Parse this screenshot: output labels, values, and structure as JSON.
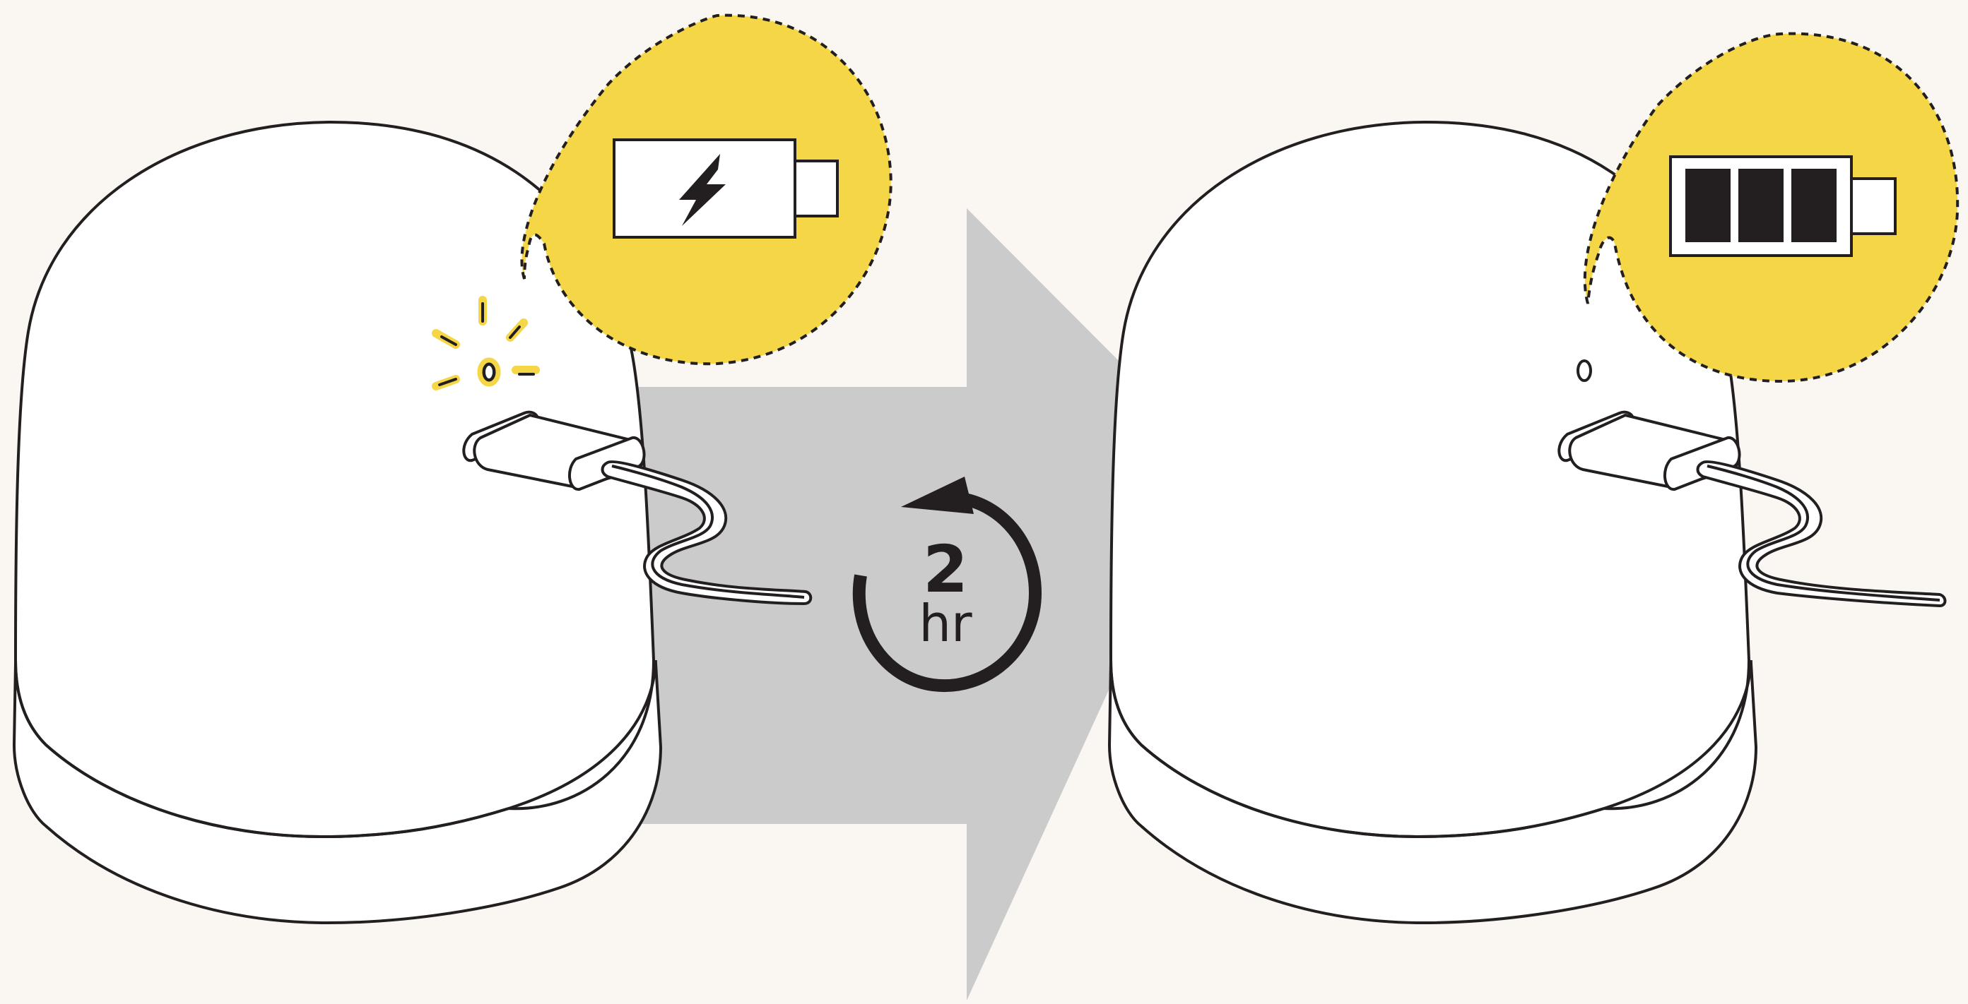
{
  "timer": {
    "number": "2",
    "unit": "hr"
  },
  "colors": {
    "background": "#faf7f3",
    "arrow": "#cbcbcb",
    "bubble": "#f4d646",
    "indicator_light": "#f4d646",
    "outline": "#231f20",
    "device_fill": "#ffffff"
  },
  "icons": {
    "charging_battery": "battery-charging-icon",
    "full_battery": "battery-full-icon",
    "timer": "clockwise-timer-icon",
    "arrow": "right-arrow",
    "cable": "usb-c-cable-icon"
  },
  "battery_full_bars": 3
}
